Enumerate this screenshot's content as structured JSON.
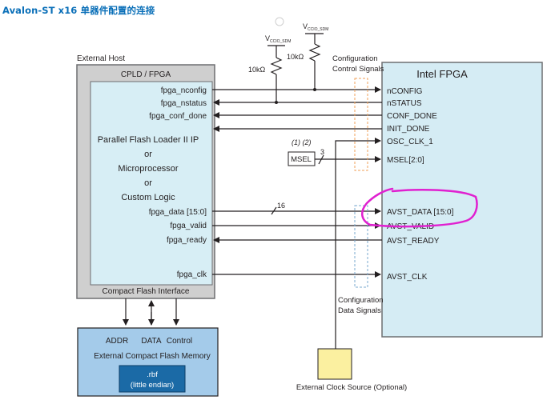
{
  "title": "Avalon-ST x16 单器件配置的连接",
  "external_host": {
    "label": "External Host",
    "cpld_label": "CPLD / FPGA",
    "logic_lines": [
      "Parallel Flash Loader II IP",
      "or",
      "Microprocessor",
      "or",
      "Custom Logic"
    ],
    "pins": {
      "nconfig": "fpga_nconfig",
      "nstatus": "fpga_nstatus",
      "conf_done": "fpga_conf_done",
      "data": "fpga_data [15:0]",
      "valid": "fpga_valid",
      "ready": "fpga_ready",
      "clk": "fpga_clk"
    },
    "interface_label": "Compact Flash Interface"
  },
  "pullups": [
    {
      "supply": "V",
      "supply_sub": "CCIO_SDM",
      "resistor": "10kΩ"
    },
    {
      "supply": "V",
      "supply_sub": "CCIO_SDM",
      "resistor": "10kΩ"
    }
  ],
  "config_control_label": [
    "Configuration",
    "Control Signals"
  ],
  "config_data_label": [
    "Configuration",
    "Data Signals"
  ],
  "msel": {
    "label": "MSEL",
    "notes": "(1) (2)",
    "bus_width": "3"
  },
  "data_bus_width": "16",
  "intel_fpga": {
    "label": "Intel FPGA",
    "pins": {
      "nconfig": "nCONFIG",
      "nstatus": "nSTATUS",
      "conf_done": "CONF_DONE",
      "init_done": "INIT_DONE",
      "osc_clk": "OSC_CLK_1",
      "msel": "MSEL[2:0]",
      "avst_data": "AVST_DATA [15:0]",
      "avst_valid": "AVST_VALID",
      "avst_ready": "AVST_READY",
      "avst_clk": "AVST_CLK"
    }
  },
  "flash_memory": {
    "signals": [
      "ADDR",
      "DATA",
      "Control"
    ],
    "label": "External Compact Flash Memory",
    "file_line1": ".rbf",
    "file_line2": "(little endian)"
  },
  "clock_source": {
    "label": "External Clock Source (Optional)"
  },
  "colors": {
    "title": "#0a6fb8",
    "host_outer": "#cfcfcf",
    "logic_fill": "#d7eef5",
    "fpga_fill": "#d5ecf4",
    "flash_fill": "#a4cbea",
    "rbf_fill": "#1b6aa6",
    "clock_fill": "#fbf0a0",
    "control_group": "#f0a25a",
    "data_group": "#7aa8cf",
    "annotation": "#e020d0"
  }
}
